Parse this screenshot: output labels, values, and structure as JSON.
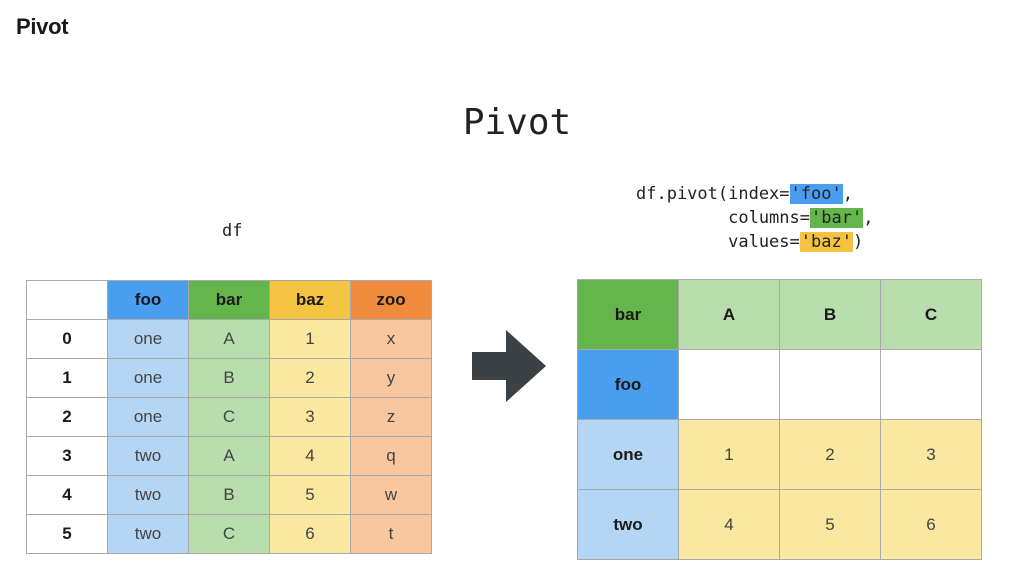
{
  "page": {
    "heading": "Pivot"
  },
  "diagram": {
    "title": "Pivot",
    "source_label": "df",
    "code": {
      "line1_prefix": "df.pivot(index=",
      "index_arg": "'foo'",
      "line1_suffix": ",",
      "line2_prefix": "         columns=",
      "columns_arg": "'bar'",
      "line2_suffix": ",",
      "line3_prefix": "         values=",
      "values_arg": "'baz'",
      "line3_suffix": ")"
    },
    "colors": {
      "foo": "#4a9ef0",
      "bar": "#63b54c",
      "baz": "#f5c342",
      "zoo": "#f08a3c"
    },
    "arrow_icon": "right-arrow-icon",
    "source_table": {
      "columns": [
        "foo",
        "bar",
        "baz",
        "zoo"
      ],
      "rows": [
        {
          "index": "0",
          "cells": [
            "one",
            "A",
            "1",
            "x"
          ]
        },
        {
          "index": "1",
          "cells": [
            "one",
            "B",
            "2",
            "y"
          ]
        },
        {
          "index": "2",
          "cells": [
            "one",
            "C",
            "3",
            "z"
          ]
        },
        {
          "index": "3",
          "cells": [
            "two",
            "A",
            "4",
            "q"
          ]
        },
        {
          "index": "4",
          "cells": [
            "two",
            "B",
            "5",
            "w"
          ]
        },
        {
          "index": "5",
          "cells": [
            "two",
            "C",
            "6",
            "t"
          ]
        }
      ]
    },
    "result_table": {
      "columns_name": "bar",
      "columns": [
        "A",
        "B",
        "C"
      ],
      "index_name": "foo",
      "rows": [
        {
          "index": "one",
          "cells": [
            "1",
            "2",
            "3"
          ]
        },
        {
          "index": "two",
          "cells": [
            "4",
            "5",
            "6"
          ]
        }
      ]
    }
  }
}
